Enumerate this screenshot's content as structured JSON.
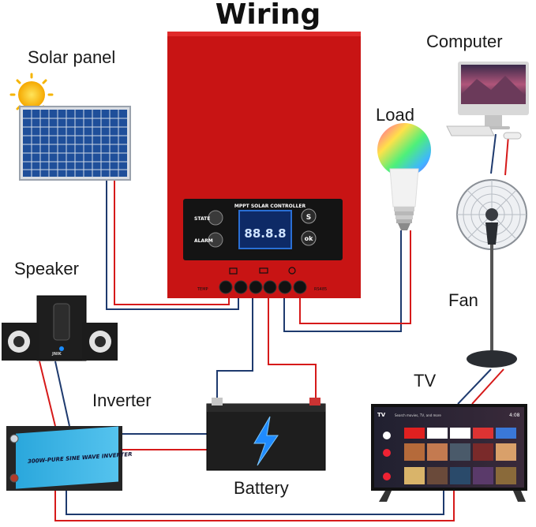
{
  "title": "Wiring",
  "labels": {
    "solar_panel": "Solar panel",
    "computer": "Computer",
    "load": "Load",
    "speaker": "Speaker",
    "fan": "Fan",
    "tv": "TV",
    "inverter": "Inverter",
    "battery": "Battery"
  },
  "controller": {
    "header": "MPPT SOLAR CONTROLLER",
    "state_label": "STATE",
    "alarm_label": "ALARM",
    "button_s": "S",
    "button_ok": "ok",
    "temp_label": "TEMP",
    "rs485_label": "RS485",
    "display_readout": "88.8.8",
    "color": "#c81414"
  },
  "inverter_device": {
    "text": "300W-PURE SINE WAVE INVERTER"
  },
  "speaker_device": {
    "brand": "JNIK"
  },
  "tv_screen": {
    "search_text": "Search movies, TV, and more",
    "clock": "4:08",
    "logo": "TV"
  },
  "wire_colors": {
    "positive": "#d61a1a",
    "negative": "#1e3a6e"
  }
}
